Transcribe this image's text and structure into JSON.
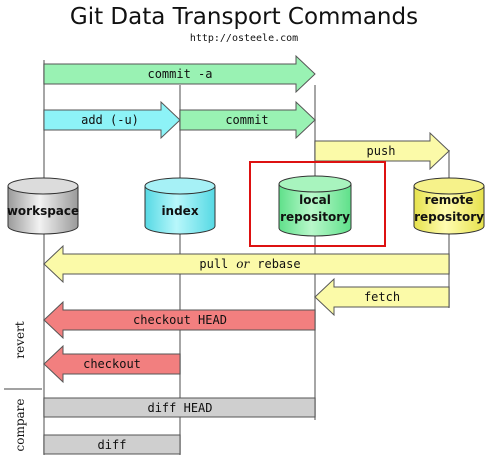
{
  "title": "Git Data Transport Commands",
  "subtitle": "http://osteele.com",
  "locations": {
    "workspace": "workspace",
    "index": "index",
    "local_line1": "local",
    "local_line2": "repository",
    "remote_line1": "remote",
    "remote_line2": "repository"
  },
  "commands": {
    "commit_a": "commit -a",
    "add": "add (-u)",
    "commit": "commit",
    "push": "push",
    "pull": "pull",
    "or": "or",
    "rebase": "rebase",
    "fetch": "fetch",
    "checkout_head": "checkout HEAD",
    "checkout": "checkout",
    "diff_head": "diff HEAD",
    "diff": "diff"
  },
  "groups": {
    "revert": "revert",
    "compare": "compare"
  },
  "colors": {
    "green": "#99f2b3",
    "cyan": "#8df3f7",
    "yellow": "#fbfaa8",
    "red": "#f27f7f",
    "gray": "#cfcfcf",
    "highlight": "#dd1111"
  }
}
